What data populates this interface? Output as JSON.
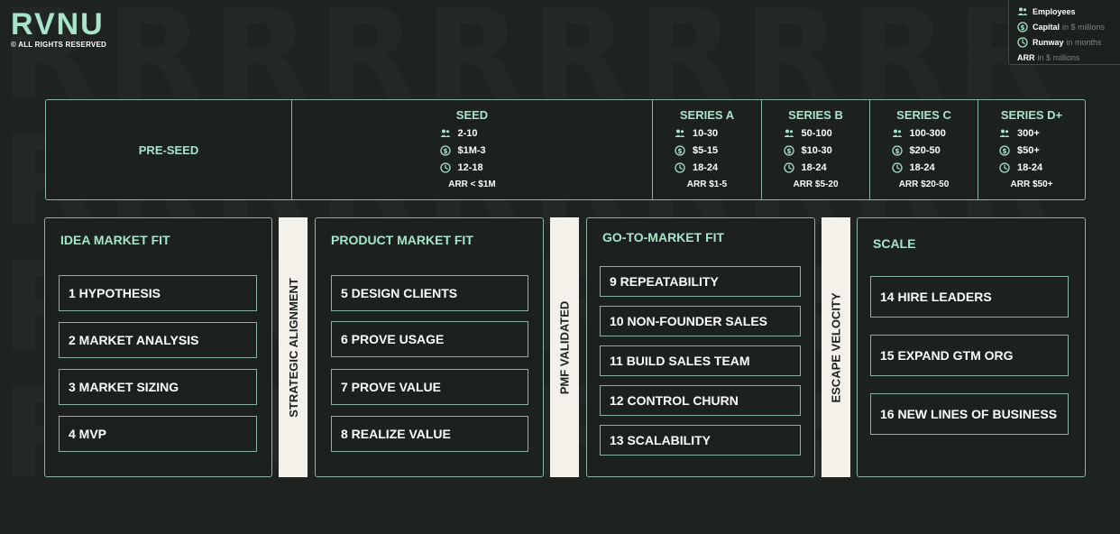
{
  "logo": {
    "title": "RVNU",
    "subtitle": "© ALL RIGHTS RESERVED"
  },
  "legend": {
    "employees": {
      "label": "Employees",
      "icon": "people-icon"
    },
    "capital": {
      "label": "Capital",
      "suffix": "in $ millions",
      "icon": "dollar-icon"
    },
    "runway": {
      "label": "Runway",
      "suffix": "in months",
      "icon": "clock-icon"
    },
    "arr": {
      "label": "ARR",
      "suffix": "in $ millions"
    }
  },
  "stages": [
    {
      "title": "PRE-SEED"
    },
    {
      "title": "SEED",
      "employees": "2-10",
      "capital": "$1M-3",
      "runway": "12-18",
      "arr": "ARR < $1M"
    },
    {
      "title": "SERIES A",
      "employees": "10-30",
      "capital": "$5-15",
      "runway": "18-24",
      "arr": "ARR $1-5"
    },
    {
      "title": "SERIES B",
      "employees": "50-100",
      "capital": "$10-30",
      "runway": "18-24",
      "arr": "ARR $5-20"
    },
    {
      "title": "SERIES C",
      "employees": "100-300",
      "capital": "$20-50",
      "runway": "18-24",
      "arr": "ARR $20-50"
    },
    {
      "title": "SERIES D+",
      "employees": "300+",
      "capital": "$50+",
      "runway": "18-24",
      "arr": "ARR $50+"
    }
  ],
  "phases": [
    {
      "title": "IDEA MARKET FIT",
      "steps": [
        "1 HYPOTHESIS",
        "2 MARKET ANALYSIS",
        "3 MARKET SIZING",
        "4 MVP"
      ]
    },
    {
      "title": "PRODUCT MARKET FIT",
      "steps": [
        "5 DESIGN CLIENTS",
        "6 PROVE USAGE",
        "7 PROVE VALUE",
        "8 REALIZE VALUE"
      ]
    },
    {
      "title": "GO-TO-MARKET FIT",
      "steps": [
        "9 REPEATABILITY",
        "10 NON-FOUNDER SALES",
        "11 BUILD SALES TEAM",
        "12 CONTROL CHURN",
        "13 SCALABILITY"
      ]
    },
    {
      "title": "SCALE",
      "steps": [
        "14 HIRE LEADERS",
        "15 EXPAND GTM ORG",
        "16 NEW LINES OF BUSINESS"
      ]
    }
  ],
  "gates": [
    "STRATEGIC ALIGNMENT",
    "PMF VALIDATED",
    "ESCAPE VELOCITY"
  ],
  "colors": {
    "accent": "#a6e5c9",
    "border": "#8ab3a2",
    "background": "#1e2221",
    "gate": "#f4f1ea"
  }
}
